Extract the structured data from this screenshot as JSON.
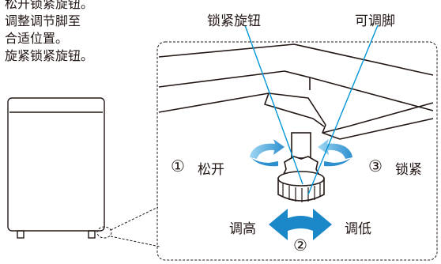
{
  "instructions": {
    "lines": [
      "松开锁紧旋钮。",
      "调整调节脚至",
      "合适位置。",
      "旋紧锁紧旋钮。"
    ]
  },
  "labels": {
    "lock_knob": "锁紧旋钮",
    "adjustable_foot": "可调脚",
    "step1": "松开",
    "step3": "锁紧",
    "raise": "调高",
    "lower": "调低"
  },
  "step_numbers": {
    "one": "①",
    "two": "②",
    "three": "③"
  },
  "colors": {
    "line": "#231815",
    "leader": "#0096d6",
    "arrow_light": "#5bb8e6",
    "arrow_dark": "#1a87c8"
  }
}
